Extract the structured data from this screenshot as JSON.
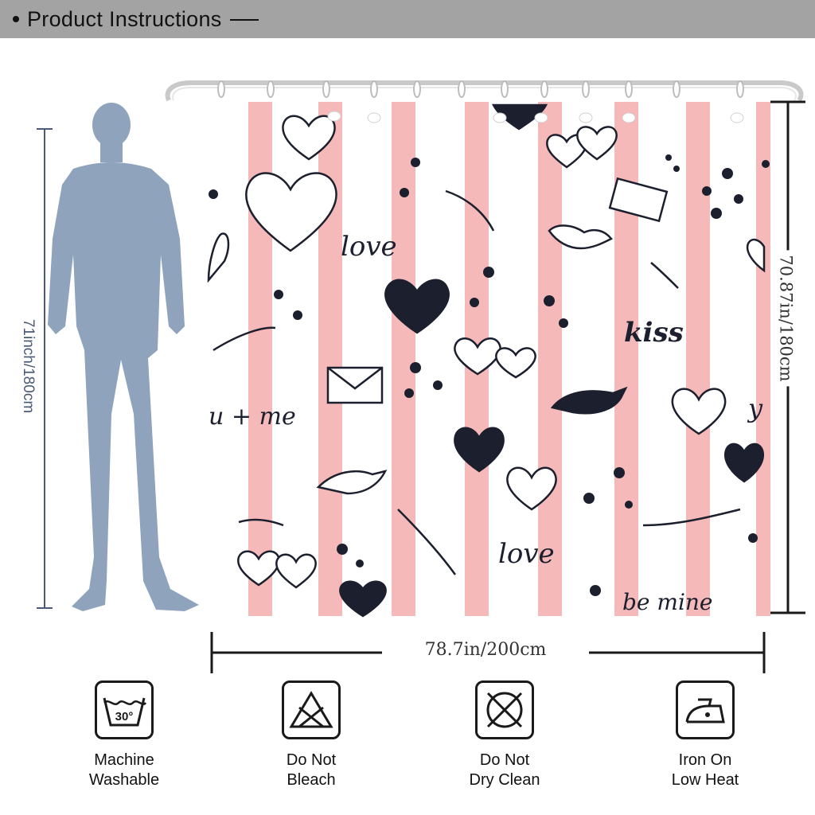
{
  "header": {
    "title": "Product Instructions"
  },
  "dimensions": {
    "height_left": "71inch/180cm",
    "height_right": "70.87in/180cm",
    "width": "78.7in/200cm"
  },
  "curtain": {
    "words": [
      "love",
      "kiss",
      "u + me",
      "love",
      "be mine",
      "y"
    ]
  },
  "care_icons": [
    {
      "name": "machine-washable",
      "icon": "wash-30-icon",
      "temp": "30°",
      "label": "Machine\nWashable"
    },
    {
      "name": "do-not-bleach",
      "icon": "no-bleach-icon",
      "label": "Do Not\nBleach"
    },
    {
      "name": "do-not-dry-clean",
      "icon": "no-dry-clean-icon",
      "label": "Do Not\nDry Clean"
    },
    {
      "name": "iron-low-heat",
      "icon": "iron-low-icon",
      "label": "Iron On\nLow Heat"
    }
  ],
  "colors": {
    "header_bg": "#a3a3a3",
    "stripe_pink": "#f4b9b8",
    "silhouette": "#8fa3bd",
    "ink": "#1c1f2e"
  }
}
